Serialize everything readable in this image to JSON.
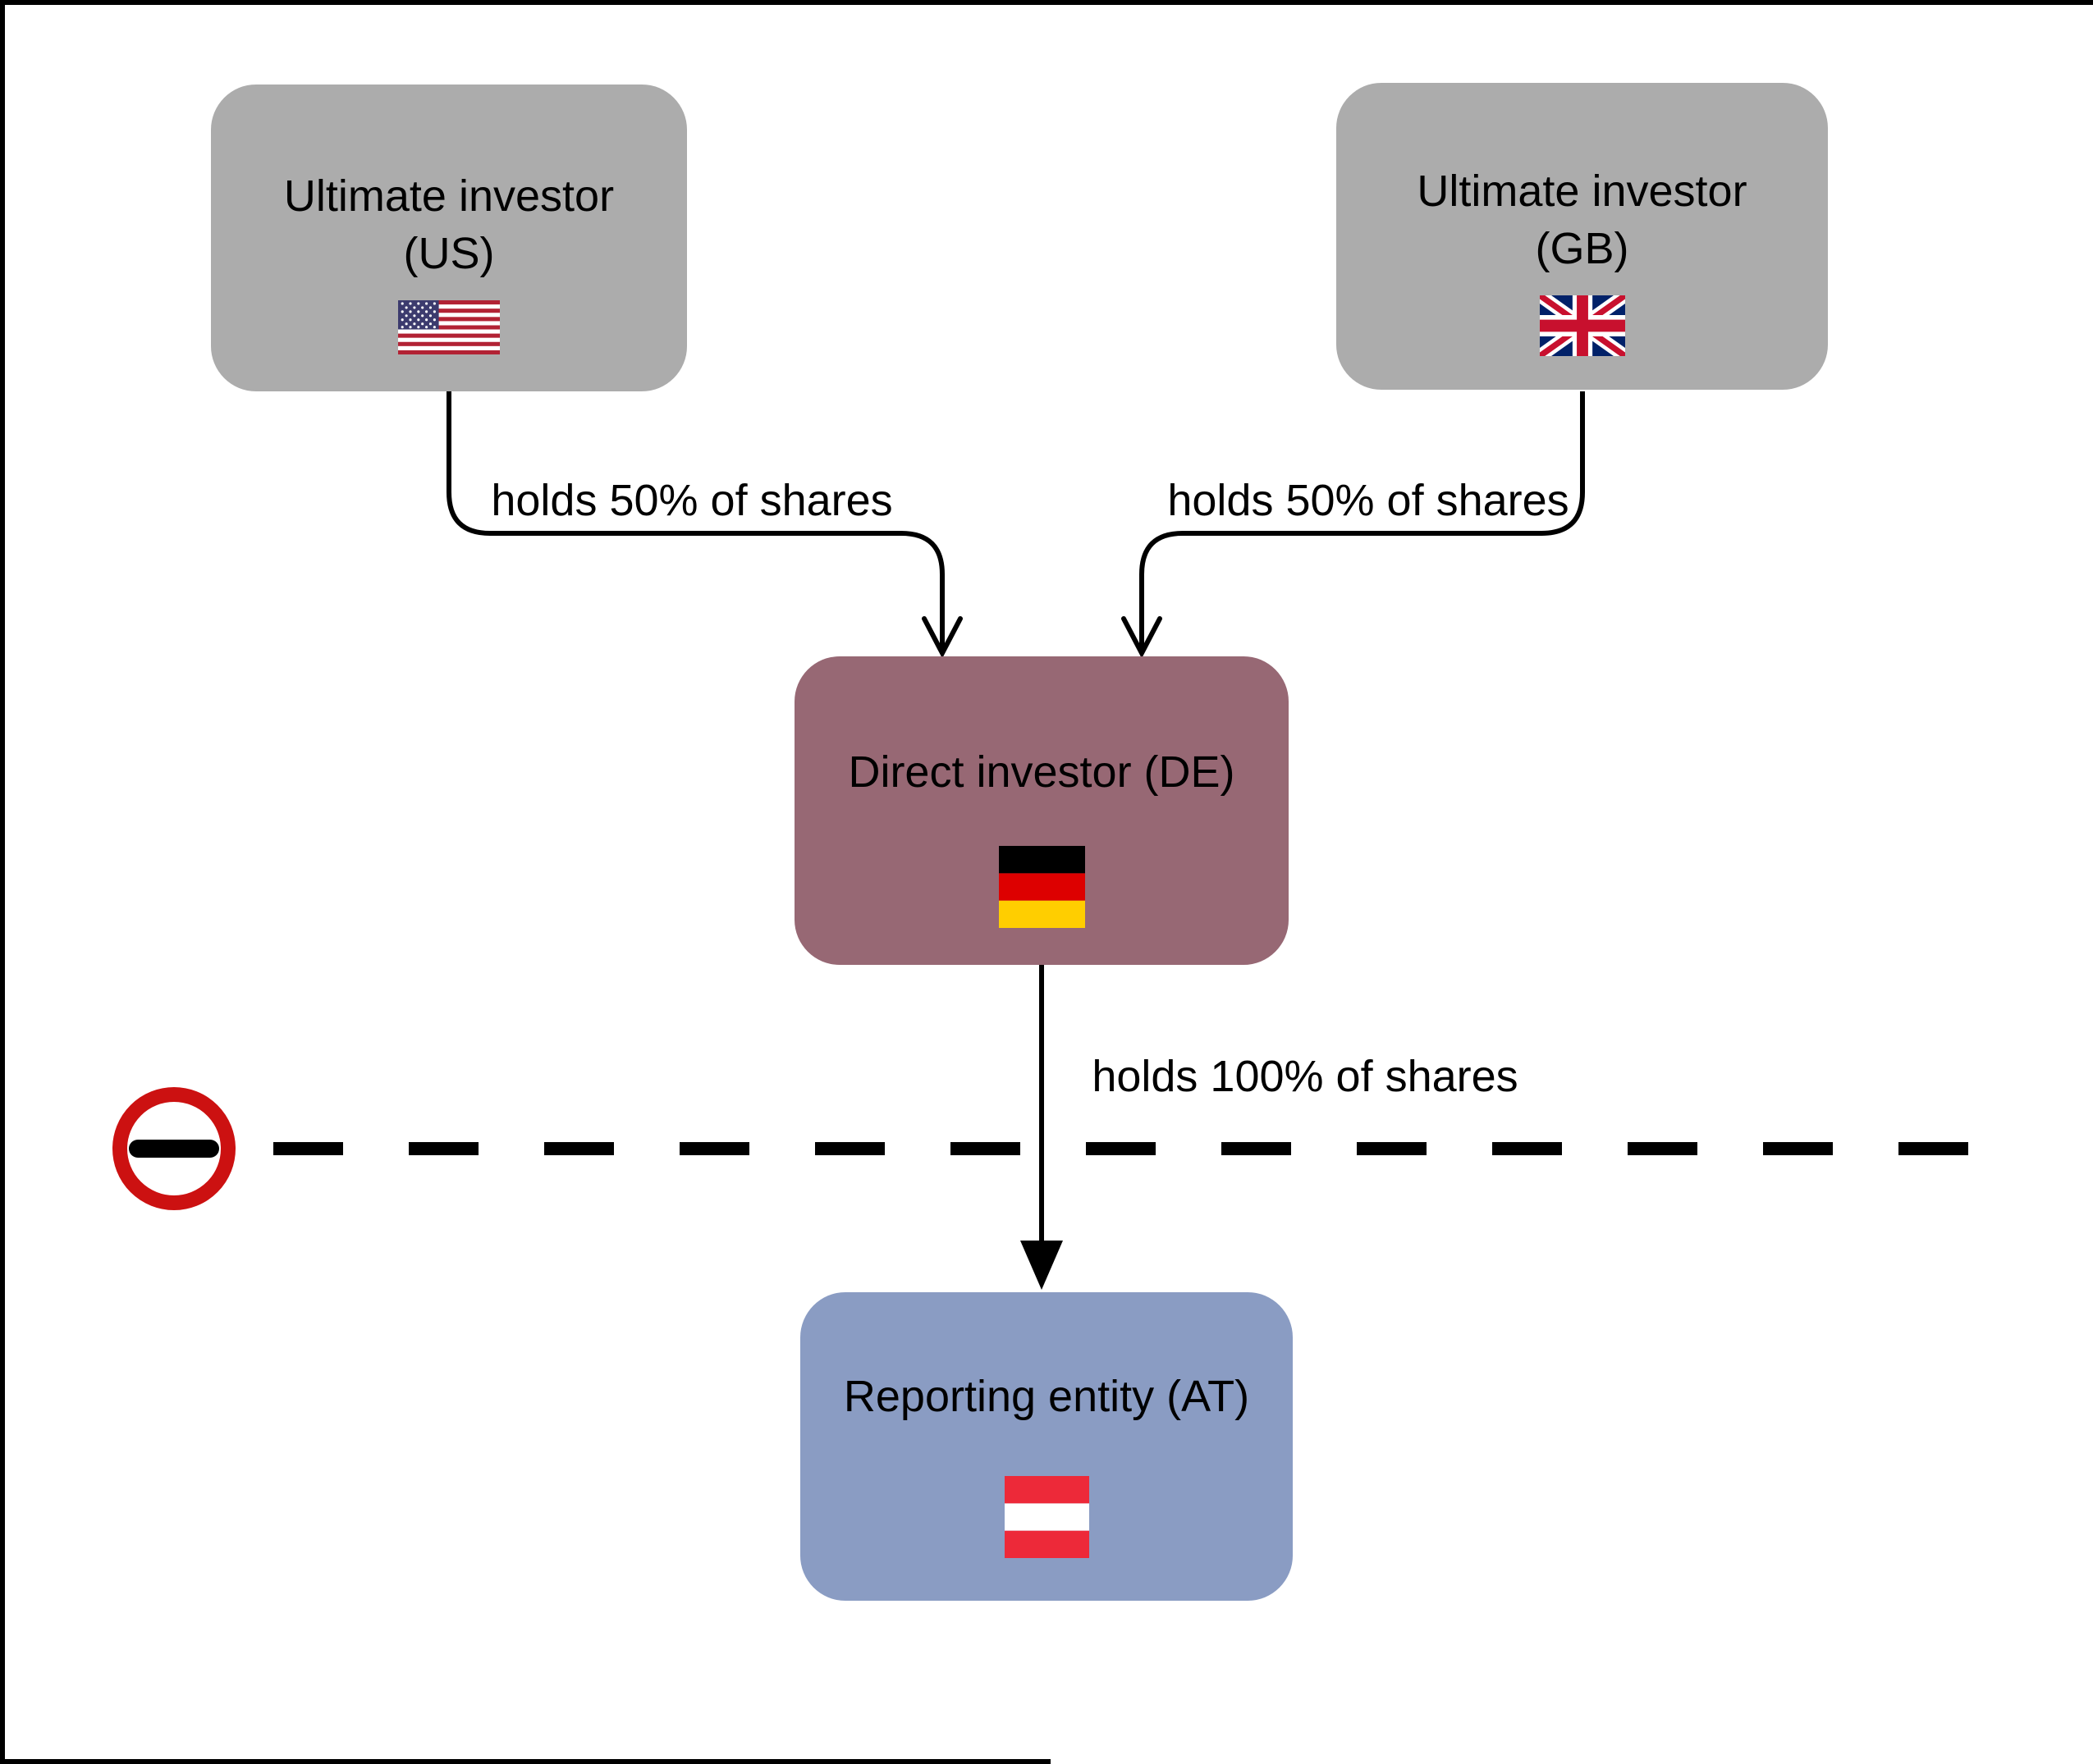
{
  "figure": {
    "nodes": {
      "us": {
        "title_line1": "Ultimate investor",
        "title_line2": "(US)",
        "flag_icon": "us-flag-icon",
        "fill": "#ACACAC"
      },
      "gb": {
        "title_line1": "Ultimate investor",
        "title_line2": "(GB)",
        "flag_icon": "gb-flag-icon",
        "fill": "#ACACAC"
      },
      "de": {
        "title": "Direct investor (DE)",
        "flag_icon": "de-flag-icon",
        "fill": "#976874"
      },
      "at": {
        "title": "Reporting entity (AT)",
        "flag_icon": "at-flag-icon",
        "fill": "#8A9CC3"
      }
    },
    "edges": {
      "us_de": {
        "label": "holds 50% of shares"
      },
      "gb_de": {
        "label": "holds 50% of shares"
      },
      "de_at": {
        "label": "holds 100% of shares"
      }
    },
    "separator": {
      "style": "dashed-line",
      "icon": "no-entry-icon",
      "ring_color": "#CC1111",
      "bar_color": "#000000"
    },
    "colors": {
      "investor_box": "#ACACAC",
      "direct_investor_box": "#976874",
      "reporting_entity_box": "#8A9CC3",
      "text": "#000000",
      "line": "#000000"
    }
  }
}
